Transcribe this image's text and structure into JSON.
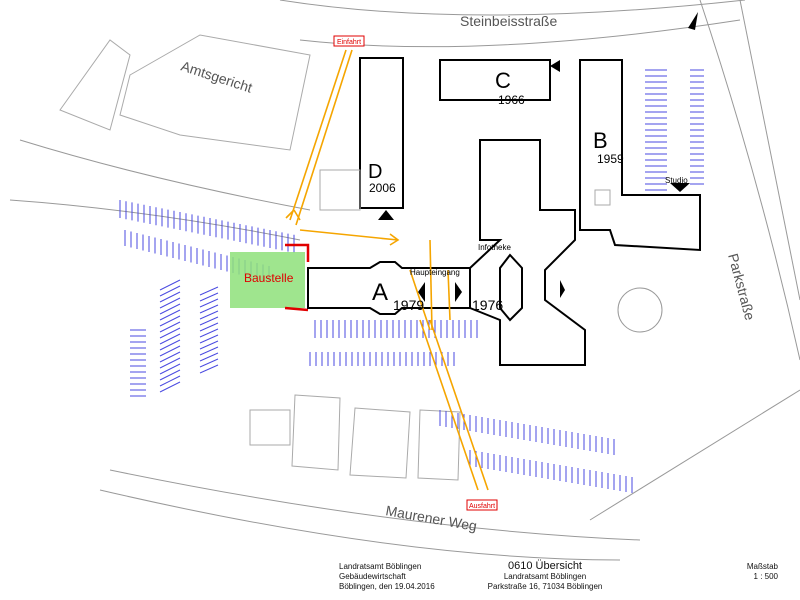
{
  "map": {
    "streets": {
      "north": "Steinbeisstraße",
      "east": "Parkstraße",
      "south": "Maurener Weg"
    },
    "landmarks": {
      "court": "Amtsgericht",
      "studio": "Studio",
      "info_desk": "Infotheke",
      "main_entrance": "Haupteingang",
      "construction": "Baustelle"
    },
    "gates": {
      "entry": "Einfahrt",
      "exit": "Ausfahrt"
    },
    "buildings": [
      {
        "letter": "A",
        "year": "1979"
      },
      {
        "letter": "",
        "year": "1976"
      },
      {
        "letter": "B",
        "year": "1959"
      },
      {
        "letter": "C",
        "year": "1966"
      },
      {
        "letter": "D",
        "year": "2006"
      }
    ],
    "colors": {
      "route": "#f5a500",
      "parking": "#4a4ae0",
      "construction_fill": "#8ee07a",
      "construction_text": "#e00000",
      "gate": "#e00000"
    }
  },
  "title_block": {
    "org_lines": [
      "Landratsamt Böblingen",
      "Gebäudewirtschaft",
      "Böblingen, den 19.04.2016"
    ],
    "title": "0610 Übersicht",
    "subtitle_lines": [
      "Landratsamt Böblingen",
      "Parkstraße 16, 71034 Böblingen"
    ],
    "scale_label": "Maßstab",
    "scale_value": "1 : 500"
  }
}
